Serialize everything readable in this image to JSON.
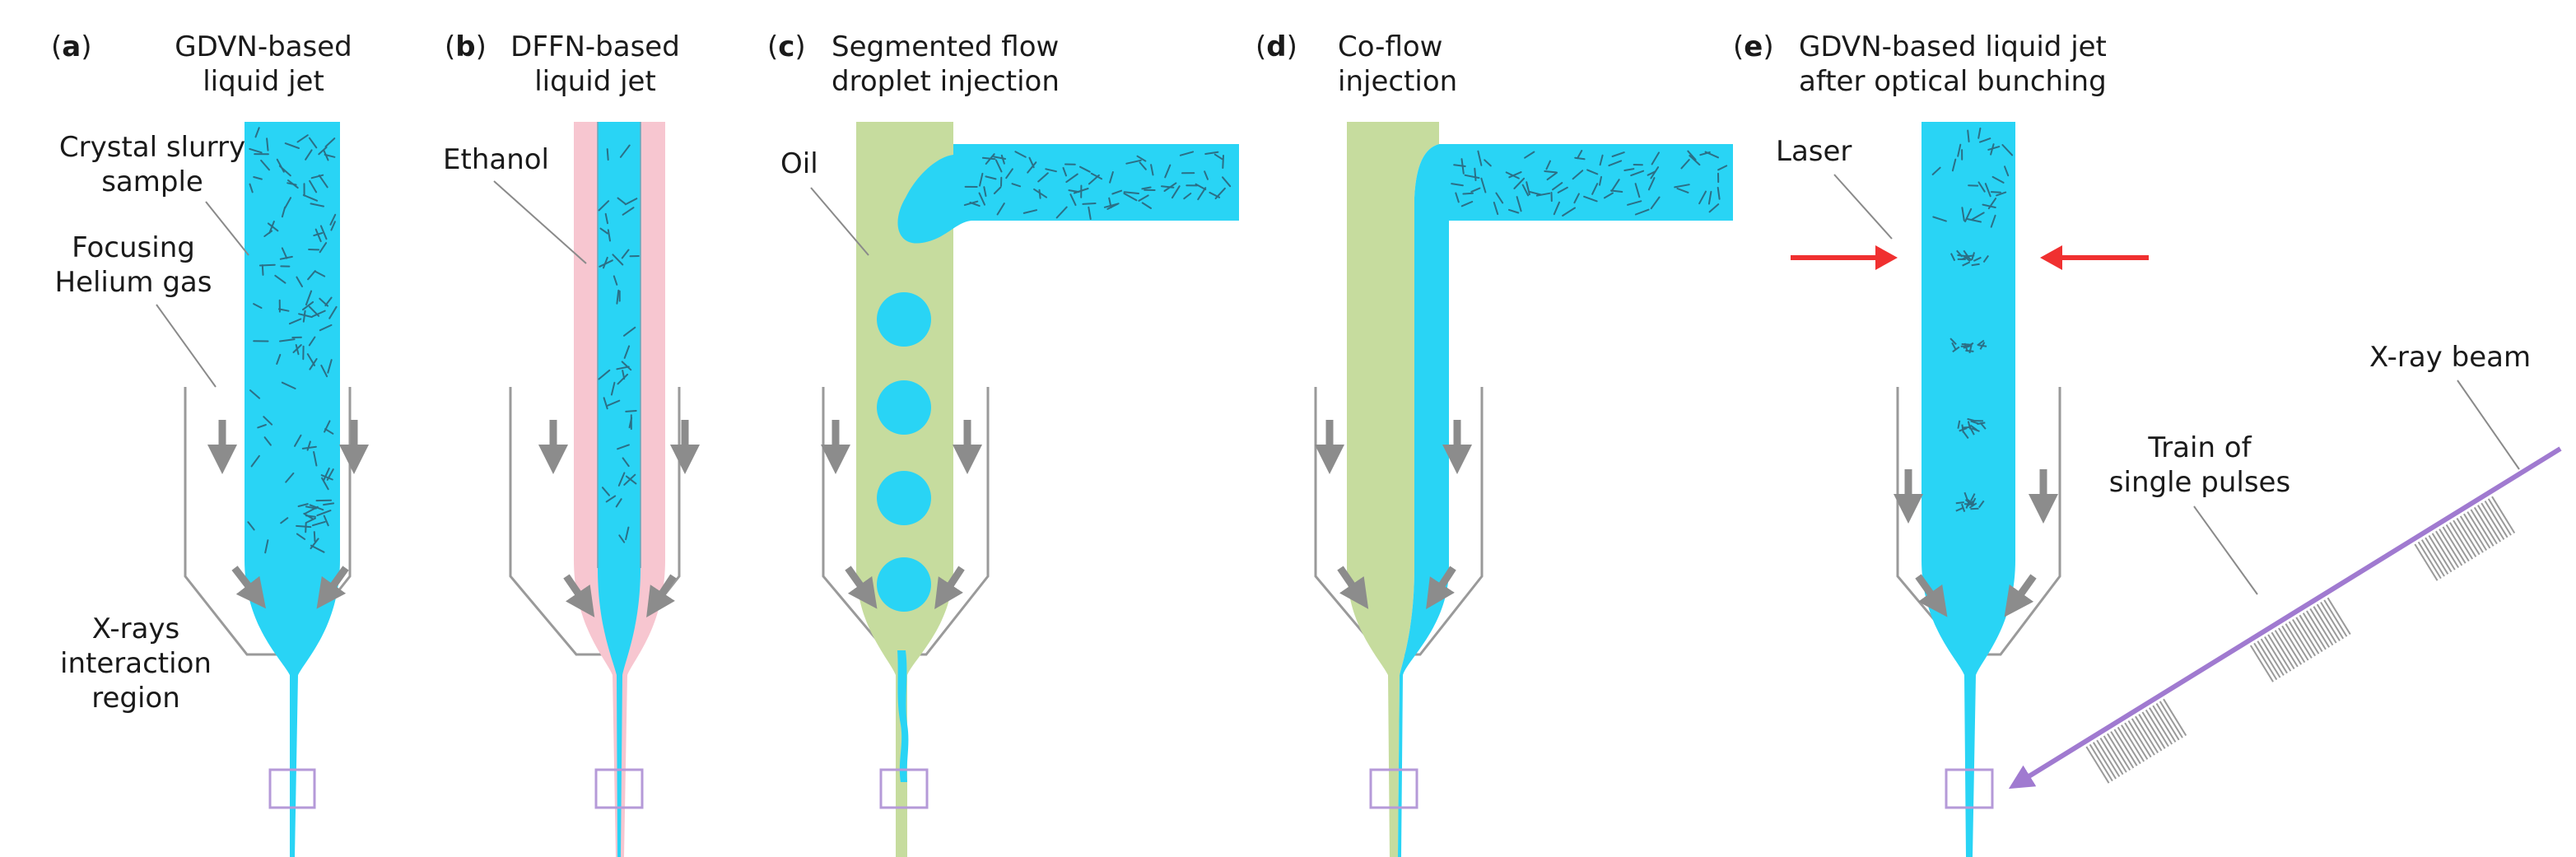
{
  "panels": [
    {
      "letter": "a",
      "title_lines": [
        "GDVN-based",
        "liquid jet"
      ]
    },
    {
      "letter": "b",
      "title_lines": [
        "DFFN-based",
        "liquid jet"
      ]
    },
    {
      "letter": "c",
      "title_lines": [
        "Segmented flow",
        "droplet injection"
      ]
    },
    {
      "letter": "d",
      "title_lines": [
        "Co-flow",
        "injection"
      ]
    },
    {
      "letter": "e",
      "title_lines": [
        "GDVN-based liquid jet",
        "after optical bunching"
      ]
    }
  ],
  "labels": {
    "crystal_slurry": [
      "Crystal slurry",
      "sample"
    ],
    "focusing_helium": [
      "Focusing",
      "Helium gas"
    ],
    "xray_region": [
      "X-rays",
      "interaction",
      "region"
    ],
    "ethanol": "Ethanol",
    "oil": "Oil",
    "laser": "Laser",
    "xray_beam": "X-ray beam",
    "train_pulses": [
      "Train of",
      "single pulses"
    ]
  },
  "colors": {
    "sample": "#29d4f5",
    "ethanol": "#f7c6d0",
    "oil": "#c6dc9e",
    "laser": "#f03030",
    "beam": "#a07ad0",
    "box": "#b59ad8",
    "gas_arrow": "#8c8c8c",
    "nozzle": "#9a9a9a"
  }
}
